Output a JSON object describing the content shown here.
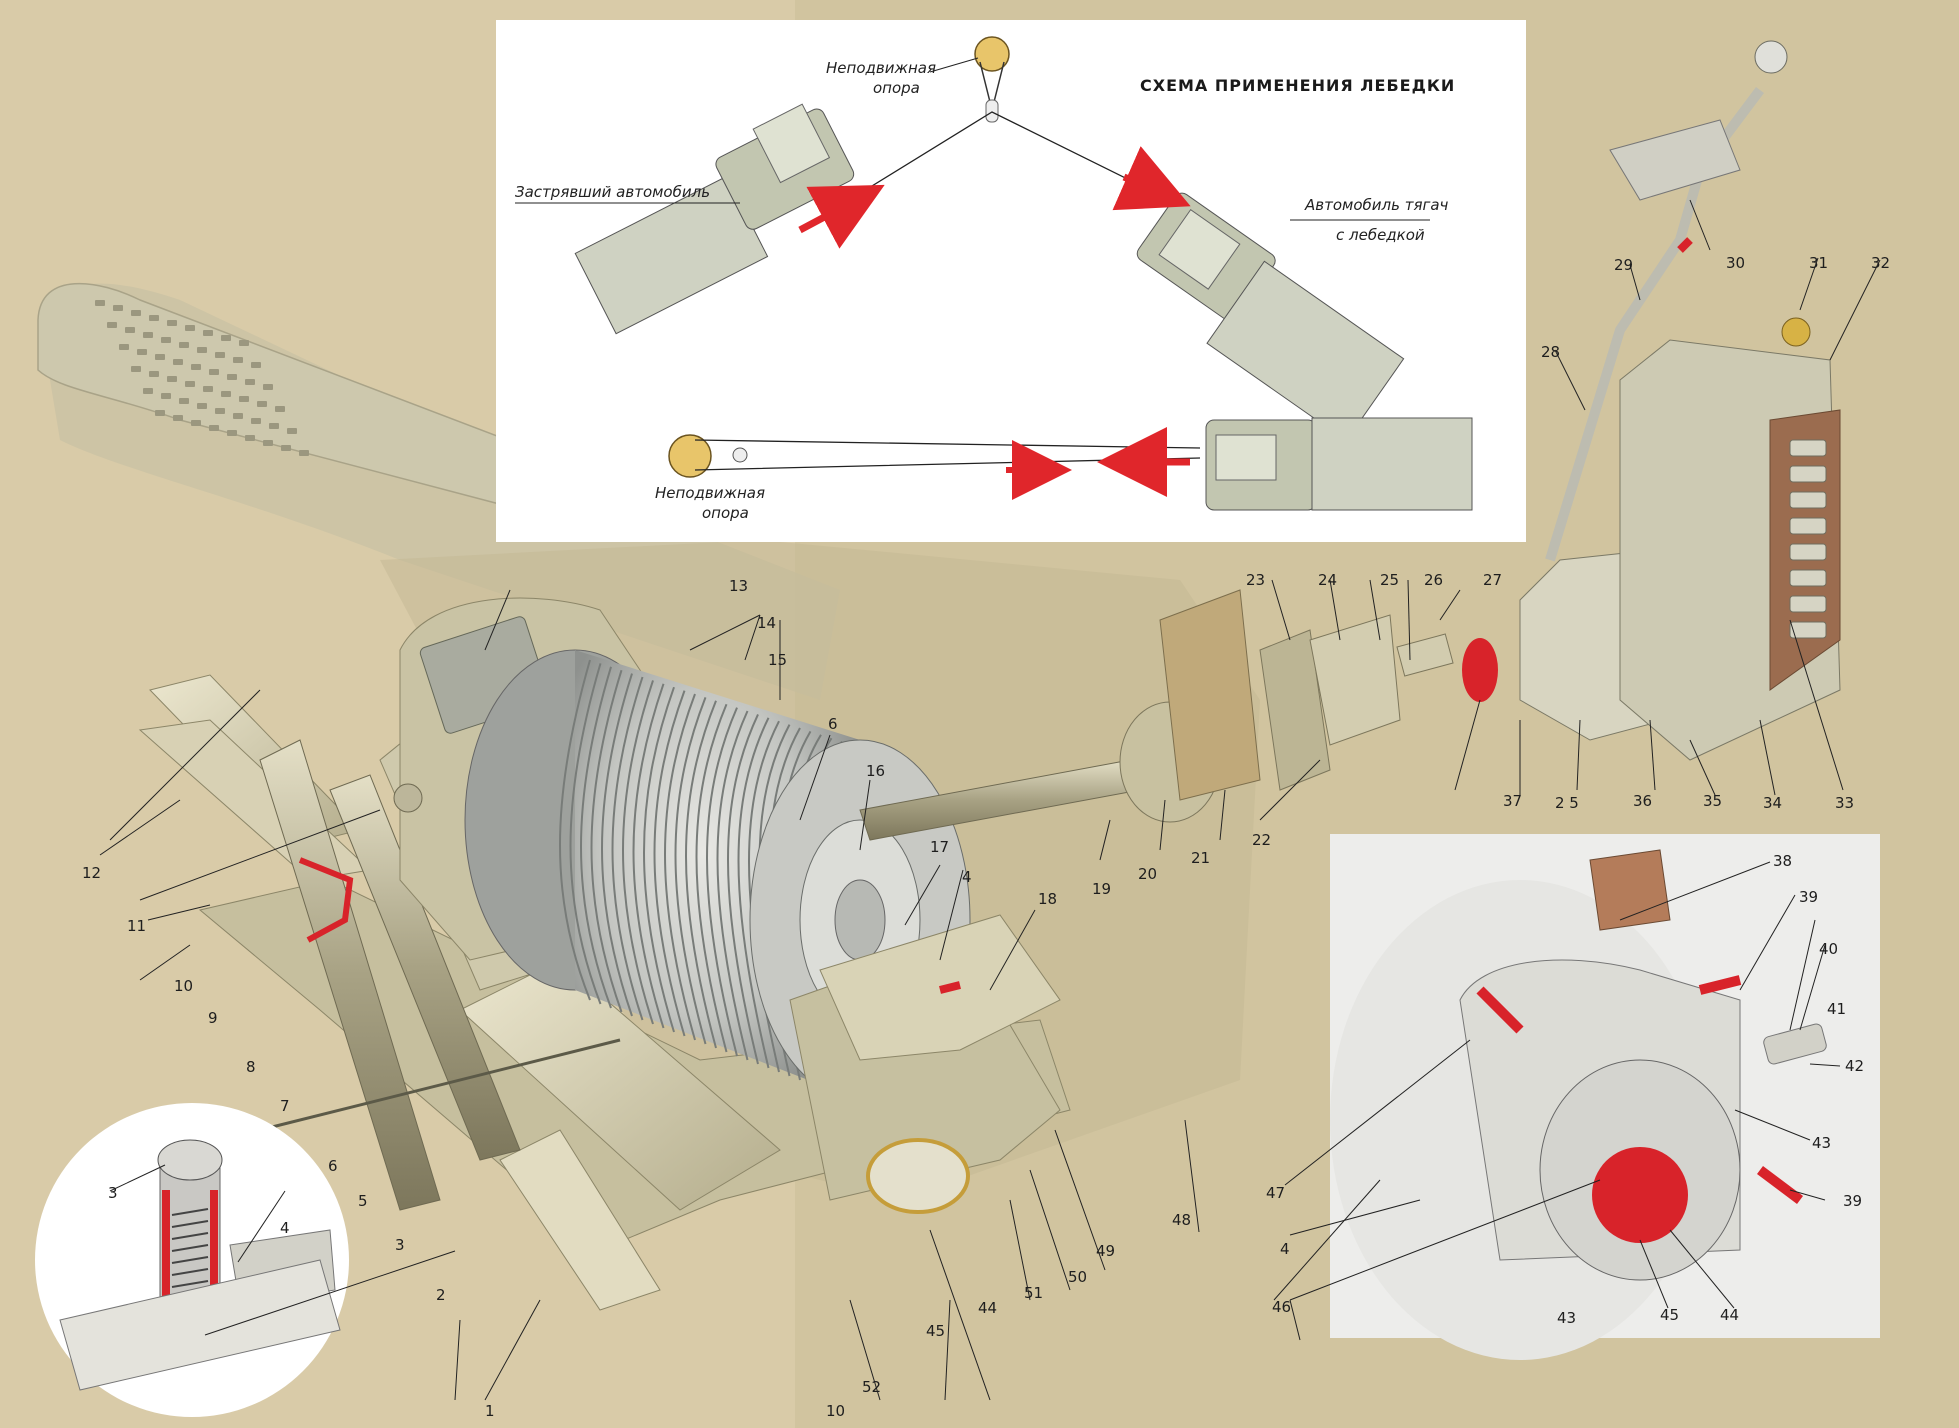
{
  "scheme": {
    "title": "СХЕМА ПРИМЕНЕНИЯ ЛЕБЕДКИ",
    "fixed_support_top": [
      "Неподвижная",
      "опора"
    ],
    "fixed_support_bottom": [
      "Неподвижная",
      "опора"
    ],
    "stuck_vehicle": "Застрявший автомобиль",
    "tow_vehicle": [
      "Автомобиль тягач",
      "с лебедкой"
    ]
  },
  "parts": [
    {
      "id": "c1",
      "text": "1"
    },
    {
      "id": "c2",
      "text": "2"
    },
    {
      "id": "c3a",
      "text": "3"
    },
    {
      "id": "c3b",
      "text": "3"
    },
    {
      "id": "c4a",
      "text": "4"
    },
    {
      "id": "c4b",
      "text": "4"
    },
    {
      "id": "c4c",
      "text": "4"
    },
    {
      "id": "c5",
      "text": "5"
    },
    {
      "id": "c6a",
      "text": "6"
    },
    {
      "id": "c6b",
      "text": "6"
    },
    {
      "id": "c7",
      "text": "7"
    },
    {
      "id": "c8",
      "text": "8"
    },
    {
      "id": "c9",
      "text": "9"
    },
    {
      "id": "c10a",
      "text": "10"
    },
    {
      "id": "c10b",
      "text": "10"
    },
    {
      "id": "c11",
      "text": "11"
    },
    {
      "id": "c12",
      "text": "12"
    },
    {
      "id": "c13",
      "text": "13"
    },
    {
      "id": "c14",
      "text": "14"
    },
    {
      "id": "c15",
      "text": "15"
    },
    {
      "id": "c16",
      "text": "16"
    },
    {
      "id": "c17",
      "text": "17"
    },
    {
      "id": "c18",
      "text": "18"
    },
    {
      "id": "c19",
      "text": "19"
    },
    {
      "id": "c20",
      "text": "20"
    },
    {
      "id": "c21",
      "text": "21"
    },
    {
      "id": "c22",
      "text": "22"
    },
    {
      "id": "c23",
      "text": "23"
    },
    {
      "id": "c24",
      "text": "24"
    },
    {
      "id": "c25a",
      "text": "25"
    },
    {
      "id": "c25b",
      "text": "2 5"
    },
    {
      "id": "c26",
      "text": "26"
    },
    {
      "id": "c27",
      "text": "27"
    },
    {
      "id": "c28",
      "text": "28"
    },
    {
      "id": "c29",
      "text": "29"
    },
    {
      "id": "c30",
      "text": "30"
    },
    {
      "id": "c31",
      "text": "31"
    },
    {
      "id": "c32",
      "text": "32"
    },
    {
      "id": "c33",
      "text": "33"
    },
    {
      "id": "c34",
      "text": "34"
    },
    {
      "id": "c35",
      "text": "35"
    },
    {
      "id": "c36",
      "text": "36"
    },
    {
      "id": "c37",
      "text": "37"
    },
    {
      "id": "c38",
      "text": "38"
    },
    {
      "id": "c39a",
      "text": "39"
    },
    {
      "id": "c39b",
      "text": "39"
    },
    {
      "id": "c40",
      "text": "40"
    },
    {
      "id": "c41",
      "text": "41"
    },
    {
      "id": "c42",
      "text": "42"
    },
    {
      "id": "c43a",
      "text": "43"
    },
    {
      "id": "c43b",
      "text": "43"
    },
    {
      "id": "c44a",
      "text": "44"
    },
    {
      "id": "c44b",
      "text": "44"
    },
    {
      "id": "c45a",
      "text": "45"
    },
    {
      "id": "c45b",
      "text": "45"
    },
    {
      "id": "c46",
      "text": "46"
    },
    {
      "id": "c47",
      "text": "47"
    },
    {
      "id": "c48",
      "text": "48"
    },
    {
      "id": "c49",
      "text": "49"
    },
    {
      "id": "c50",
      "text": "50"
    },
    {
      "id": "c51",
      "text": "51"
    },
    {
      "id": "c52",
      "text": "52"
    }
  ],
  "colors": {
    "background": "#d9cba8",
    "metal": "#cfc9ac",
    "cable": "#b9bcbc",
    "section_red": "#d8232a",
    "arrow_red": "#e0262b"
  }
}
